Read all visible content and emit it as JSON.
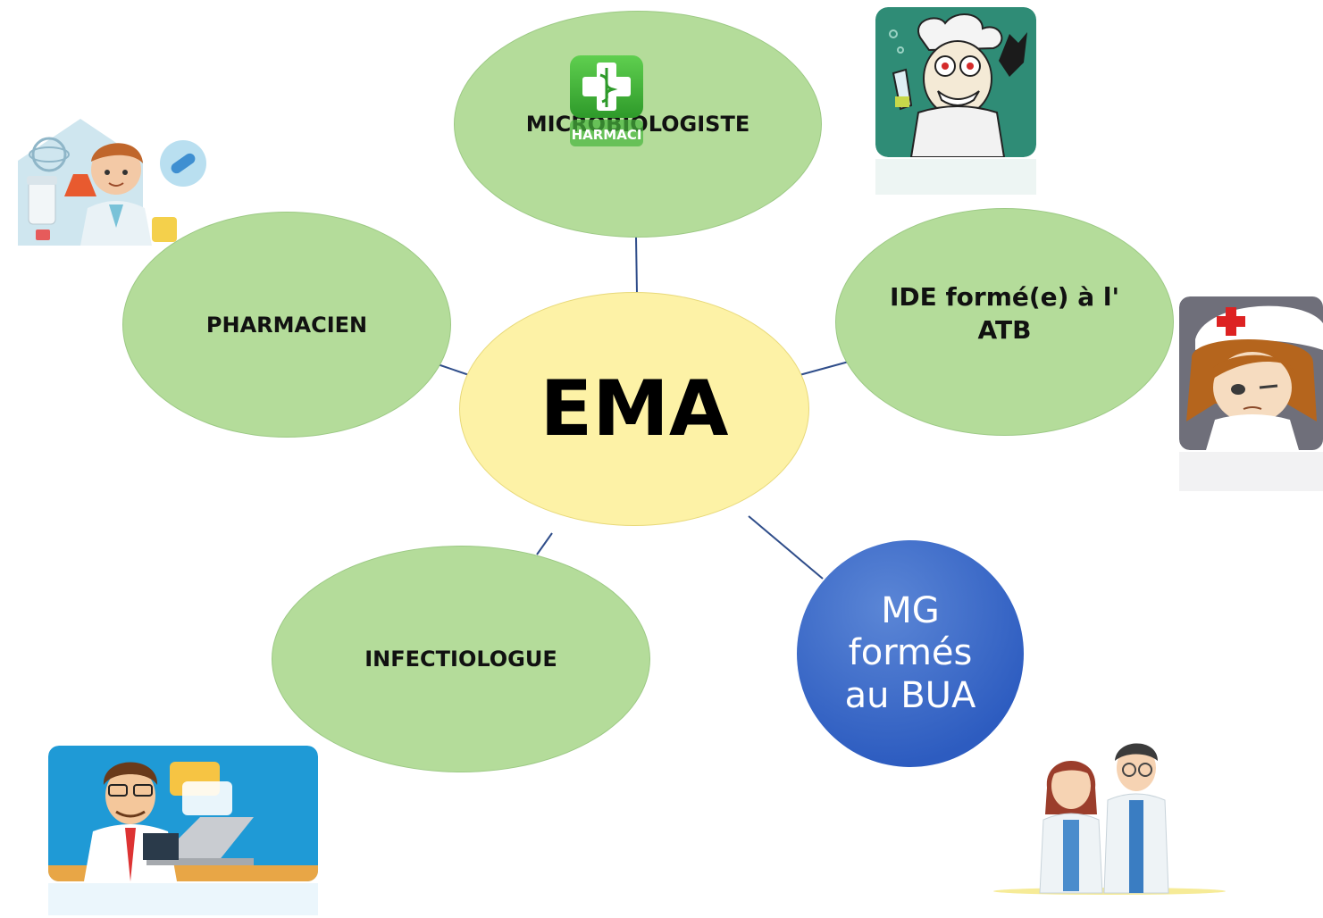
{
  "diagram": {
    "center": {
      "label": "EMA"
    },
    "nodes": {
      "microbiologiste": {
        "label": "MICROBIOLOGISTE"
      },
      "pharmacien": {
        "label": "PHARMACIEN"
      },
      "ide": {
        "line1": "IDE formé(e) à l'",
        "line2": "ATB"
      },
      "infectiologue": {
        "label": "INFECTIOLOGUE"
      },
      "mg": {
        "line1": "MG",
        "line2": "formés",
        "line3": "au BUA"
      }
    },
    "badge": {
      "text": "HARMACI"
    }
  },
  "colors": {
    "green_node": "#b4dc9a",
    "center_node": "#fdf2a6",
    "blue_node": "#3a67c8",
    "connector": "#2f4d8a",
    "pharmacy_green": "#3fae3a"
  },
  "icons": [
    "pharmacy-cross-icon",
    "pharmacist-illustration",
    "mad-scientist-illustration",
    "nurse-illustration",
    "doctor-laptop-illustration",
    "doctors-pair-illustration"
  ]
}
